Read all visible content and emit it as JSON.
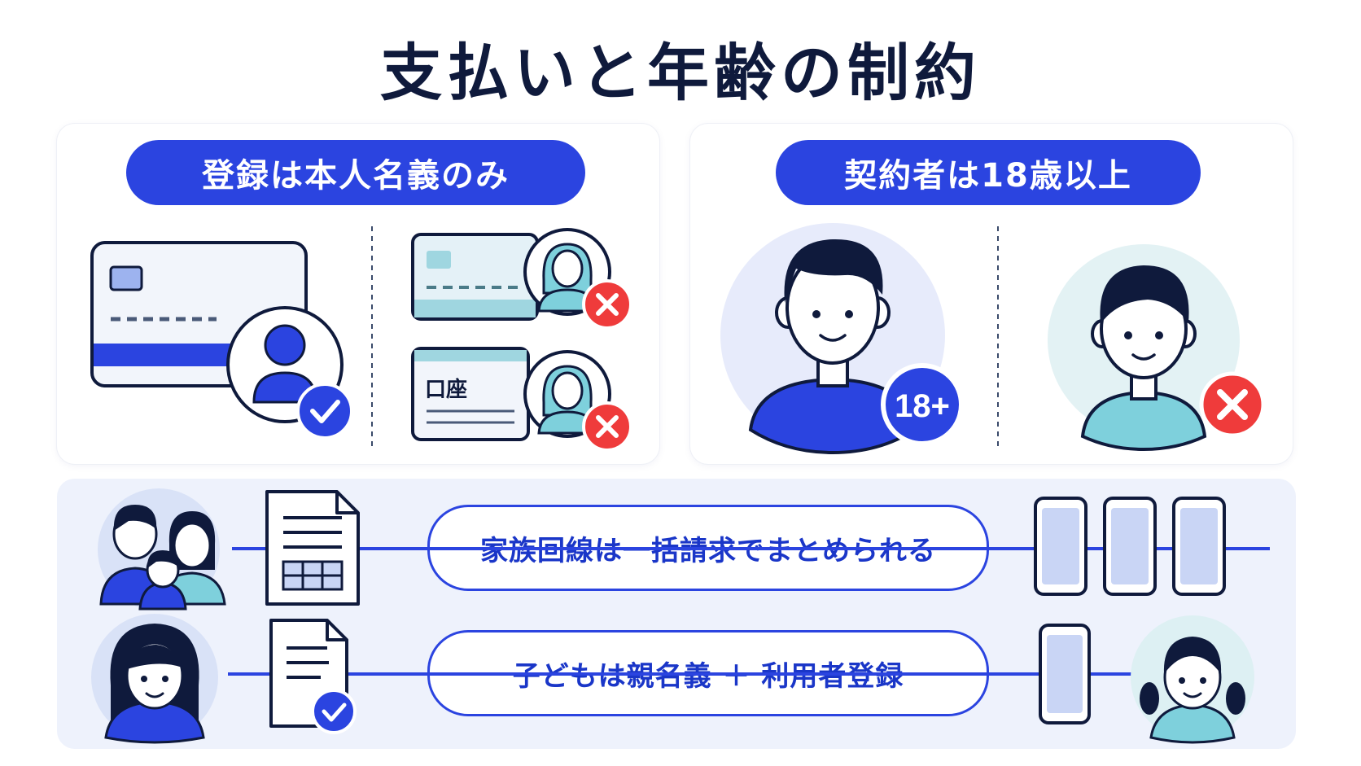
{
  "title": "支払いと年齢の制約",
  "left_panel": {
    "pill": "登録は本人名義のみ",
    "account_label": "口座"
  },
  "right_panel": {
    "pill": "契約者は18歳以上",
    "badge": "18+"
  },
  "rows": [
    {
      "label": "家族回線は一括請求でまとめられる"
    },
    {
      "label": "子どもは親名義 ＋ 利用者登録"
    }
  ],
  "colors": {
    "accent": "#2b44e0",
    "navy": "#0f1a3c",
    "danger": "#ef3b3b",
    "teal": "#7ed0dc",
    "light_blue": "#c9d5f5"
  },
  "icons": {
    "approve": "check-icon",
    "reject": "cross-icon"
  }
}
